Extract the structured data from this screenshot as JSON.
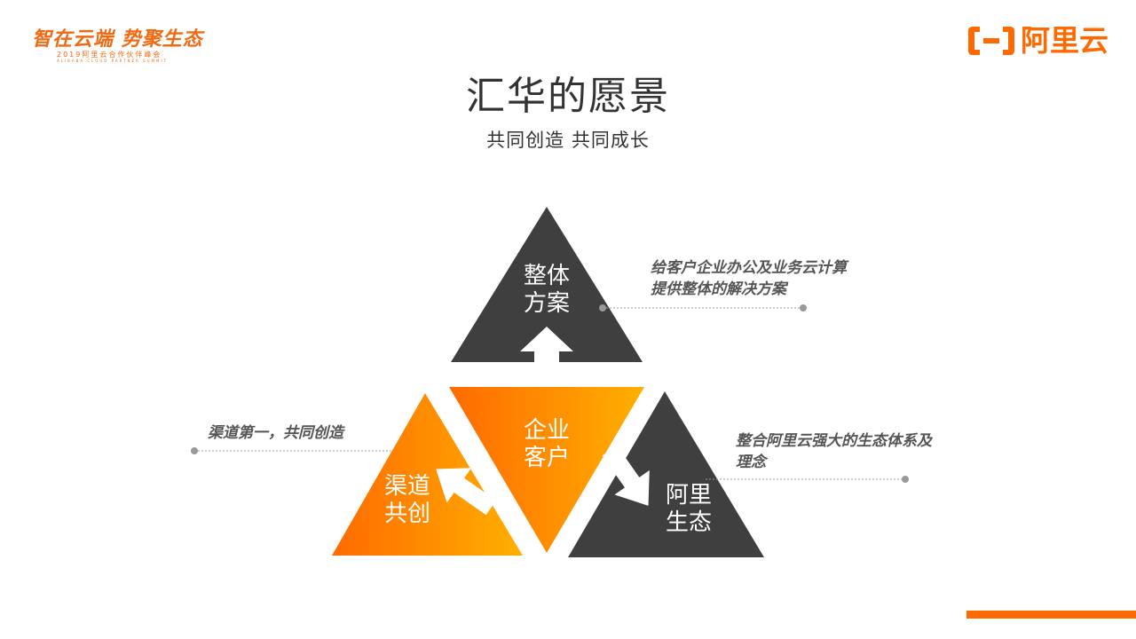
{
  "event": {
    "title": "智在云端 势聚生态",
    "subtitle": "2019阿里云合作伙伴峰会",
    "subtitle_en": "ALIBABA CLOUD PARTNER SUMMIT"
  },
  "brand": {
    "name": "阿里云",
    "color": "#ff6a00"
  },
  "title": "汇华的愿景",
  "subtitle": "共同创造  共同成长",
  "colors": {
    "dark": "#3f3f3f",
    "orange_start": "#ff6a00",
    "orange_end": "#ffb000"
  },
  "triangles": {
    "top": {
      "line1": "整体",
      "line2": "方案"
    },
    "center": {
      "line1": "企业",
      "line2": "客户"
    },
    "left": {
      "line1": "渠道",
      "line2": "共创"
    },
    "right": {
      "line1": "阿里",
      "line2": "生态"
    }
  },
  "callouts": {
    "top": {
      "line1": "给客户企业办公及业务云计算",
      "line2": "提供整体的解决方案"
    },
    "left": {
      "line1": "渠道第一，共同创造"
    },
    "right": {
      "line1": "整合阿里云强大的生态体系及",
      "line2": "理念"
    }
  }
}
